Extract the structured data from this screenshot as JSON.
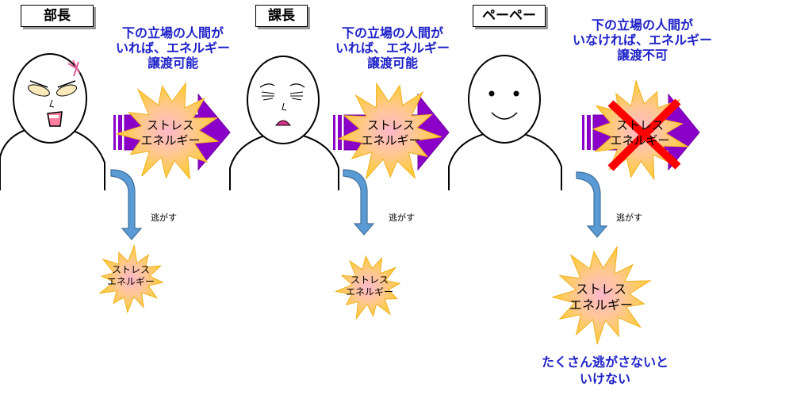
{
  "titles": {
    "bucho": "部長",
    "kacho": "課長",
    "pepe": "ペーペー"
  },
  "captions": {
    "bucho": [
      "下の立場の人間が",
      "いれば、エネルギー",
      "譲渡可能"
    ],
    "kacho": [
      "下の立場の人間が",
      "いれば、エネルギー",
      "譲渡可能"
    ],
    "pepe": [
      "下の立場の人間が",
      "いなければ、エネルギー",
      "譲渡不可"
    ]
  },
  "burst": {
    "line1": "ストレス",
    "line2": "エネルギー"
  },
  "escape_label": "逃がす",
  "bottom_note": [
    "たくさん逃がさないと",
    "いけない"
  ],
  "colors": {
    "caption": "#1f22c8",
    "arrow": "#8b00c8",
    "burst_outer": "#ffcc33",
    "burst_inner": "#ffc0b0",
    "down_arrow": "#5b9bd5",
    "cross": "#ff0000"
  }
}
